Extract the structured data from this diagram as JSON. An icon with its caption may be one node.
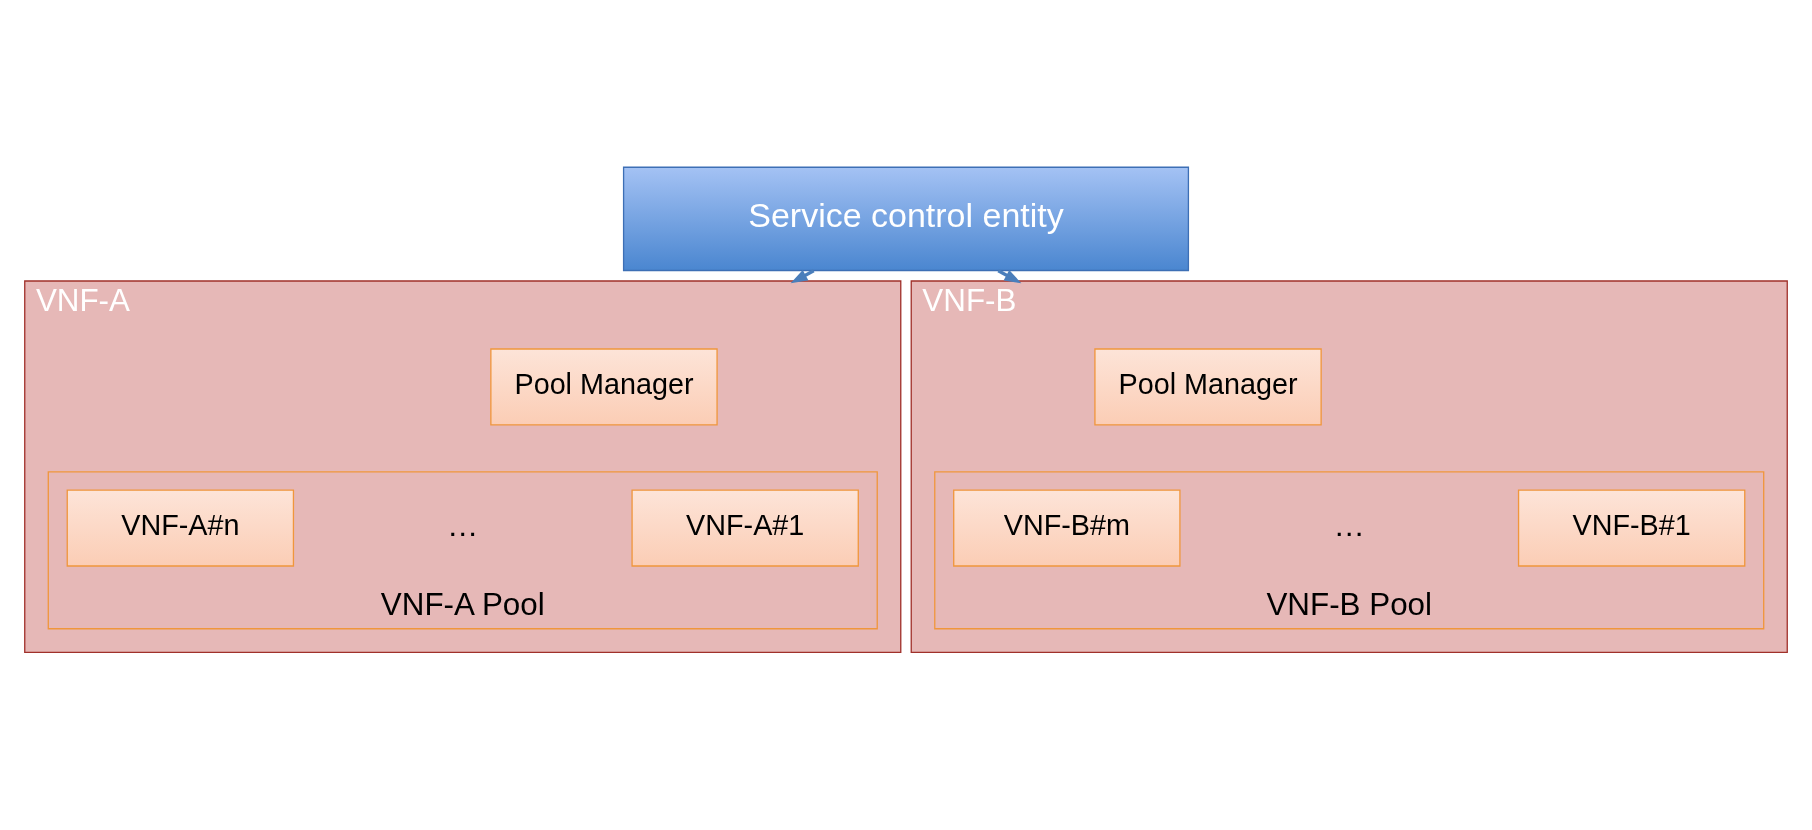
{
  "diagram": {
    "nodes": [
      {
        "text": [
          "Service control entity"
        ]
      },
      {
        "text": [
          "VNF-A"
        ]
      },
      {
        "text": [
          "Pool Manager"
        ],
        "in": 1
      },
      {
        "text": [
          "VNF-A Pool"
        ],
        "in": 1
      },
      {
        "text": [
          "VNF-A#1"
        ],
        "in": 3
      },
      {
        "text": [
          "VNF-A#n"
        ],
        "in": 3
      },
      {
        "text": [
          "VNF-B"
        ]
      },
      {
        "text": [
          "Pool Manager"
        ],
        "in": 6
      },
      {
        "text": [
          "VNF-B Pool"
        ],
        "in": 6
      },
      {
        "text": [
          "VNF-B#1"
        ],
        "in": 8
      },
      {
        "text": [
          "VNF-B#m"
        ],
        "in": 8
      }
    ],
    "edges": [
      {
        "from": 0,
        "to": 1,
        "arrow": "to"
      },
      {
        "from": 0,
        "to": 6,
        "arrow": "to"
      }
    ],
    "labels": [
      "…",
      "…"
    ]
  }
}
